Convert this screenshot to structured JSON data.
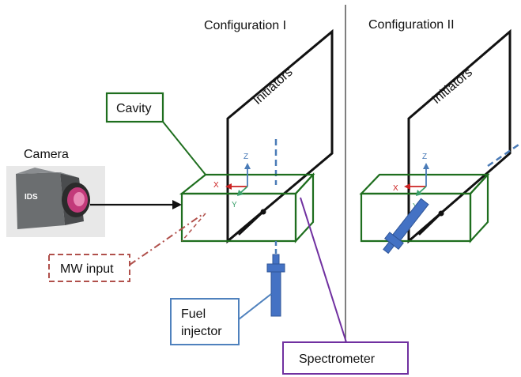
{
  "configurations": {
    "one": "Configuration I",
    "two": "Configuration II"
  },
  "labels": {
    "initiators_1": "Initiators",
    "initiators_2": "Initiators",
    "cavity": "Cavity",
    "camera": "Camera",
    "camera_brand": "IDS",
    "mw_input": "MW input",
    "fuel_injector_line1": "Fuel",
    "fuel_injector_line2": "injector",
    "spectrometer": "Spectrometer"
  },
  "axes": {
    "x": "X",
    "y": "Y",
    "z": "Z"
  },
  "colors": {
    "cavity_green": "#1e6e1e",
    "axis_red": "#cc2222",
    "axis_blue": "#4a7bb7",
    "axis_green": "#3aa06a",
    "injector_blue": "#4472c4",
    "spectrometer_purple": "#7030a0",
    "mw_dashed_red": "#b0504b",
    "fuel_box_blue": "#4f81bd"
  }
}
